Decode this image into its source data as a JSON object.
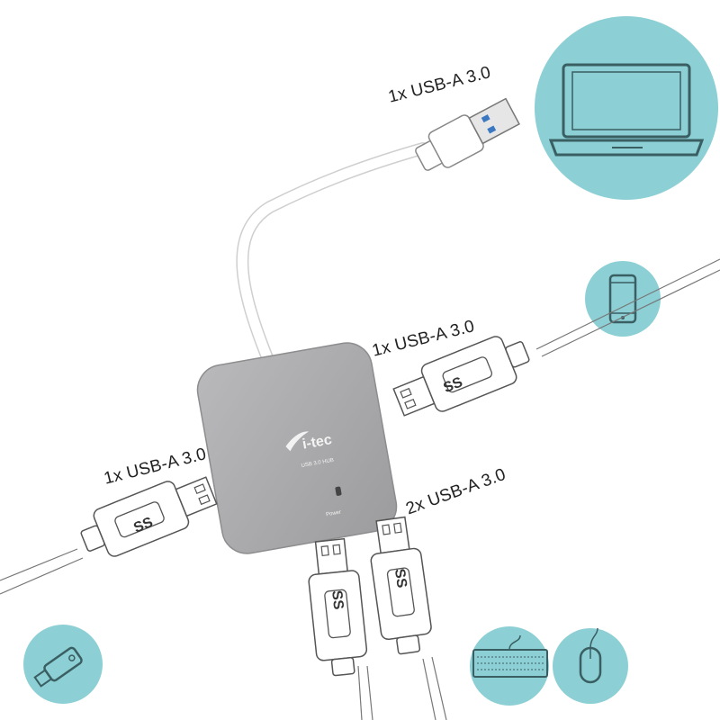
{
  "labels": {
    "host_port": "1x USB-A 3.0",
    "right_port": "1x USB-A 3.0",
    "left_port": "1x USB-A 3.0",
    "bottom_ports": "2x USB-A 3.0"
  },
  "hub": {
    "brand": "i-tec",
    "model": "USB 3.0 HUB",
    "led_label": "Power"
  },
  "ss_logo": "SS",
  "colors": {
    "circle_fill": "#8ccfd4",
    "hub_body": "#a9a9ab",
    "outline": "#5a5a5a"
  },
  "icons": [
    "laptop-icon",
    "smartphone-icon",
    "usb-flash-drive-icon",
    "keyboard-icon",
    "mouse-icon"
  ]
}
